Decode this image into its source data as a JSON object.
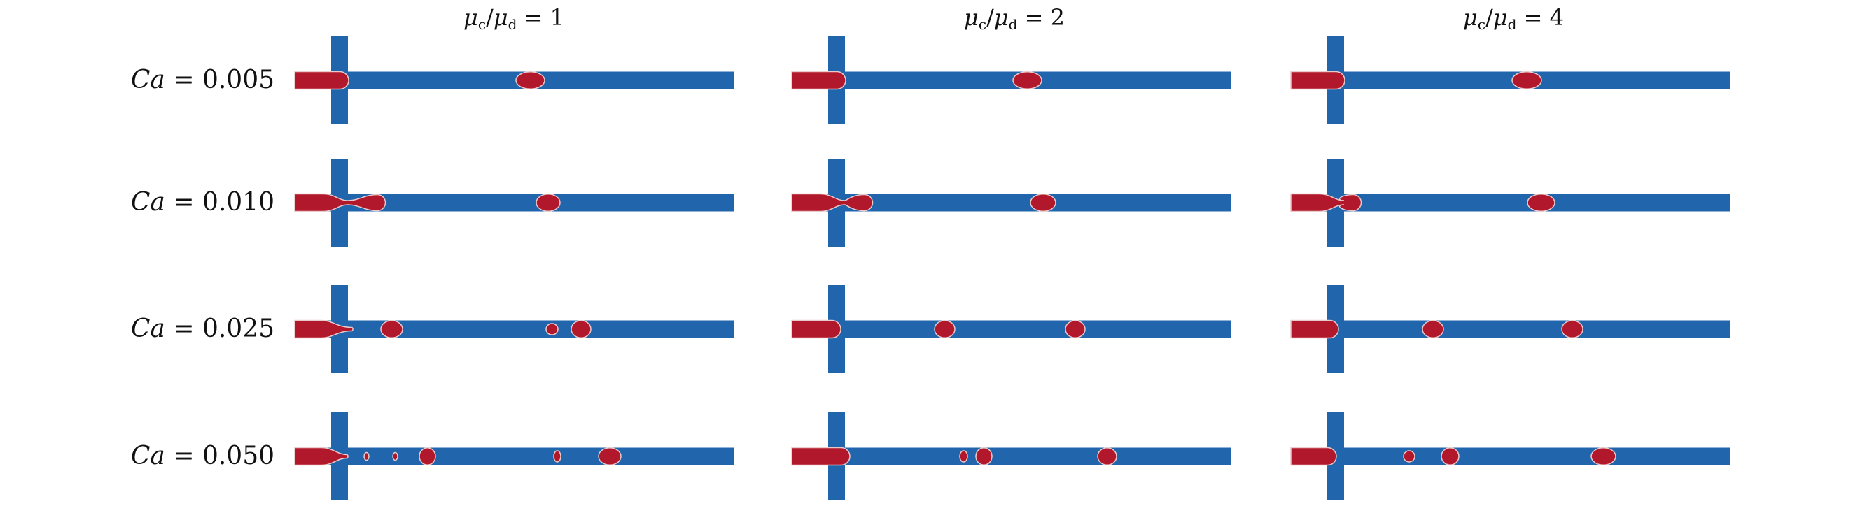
{
  "colors": {
    "channel": "#2166ac",
    "droplet": "#b2182b",
    "interface": "#e9c9c9",
    "text": "#111111"
  },
  "columns": [
    {
      "mu": "μ",
      "sub_c": "c",
      "slash": "/",
      "sub_d": "d",
      "eq": " = ",
      "value": "1"
    },
    {
      "mu": "μ",
      "sub_c": "c",
      "slash": "/",
      "sub_d": "d",
      "eq": " = ",
      "value": "2"
    },
    {
      "mu": "μ",
      "sub_c": "c",
      "slash": "/",
      "sub_d": "d",
      "eq": " = ",
      "value": "4"
    }
  ],
  "rows": [
    {
      "symbol": "Ca",
      "eq": " = ",
      "value": "0.005"
    },
    {
      "symbol": "Ca",
      "eq": " = ",
      "value": "0.010"
    },
    {
      "symbol": "Ca",
      "eq": " = ",
      "value": "0.025"
    },
    {
      "symbol": "Ca",
      "eq": " = ",
      "value": "0.050"
    }
  ]
}
